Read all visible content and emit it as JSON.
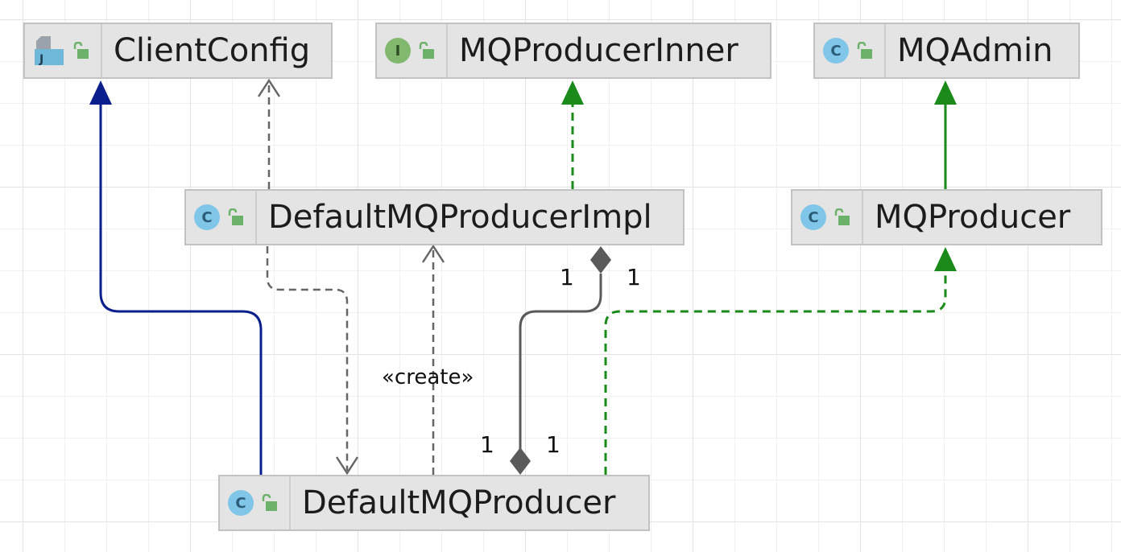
{
  "nodes": {
    "client_config": {
      "name": "ClientConfig",
      "kind": "java-file-icon"
    },
    "mq_producer_inner": {
      "name": "MQProducerInner",
      "kind": "interface-icon",
      "badge": "I"
    },
    "mq_admin": {
      "name": "MQAdmin",
      "kind": "class-icon",
      "badge": "C"
    },
    "default_mq_producer_impl": {
      "name": "DefaultMQProducerImpl",
      "kind": "class-icon",
      "badge": "C"
    },
    "mq_producer": {
      "name": "MQProducer",
      "kind": "class-icon",
      "badge": "C"
    },
    "default_mq_producer": {
      "name": "DefaultMQProducer",
      "kind": "class-icon",
      "badge": "C"
    }
  },
  "file_icon_letter": "J",
  "labels": {
    "create": "«create»",
    "mult_top_left": "1",
    "mult_top_right": "1",
    "mult_bottom_left": "1",
    "mult_bottom_right": "1"
  },
  "colors": {
    "extends": "#0a1e8c",
    "implements": "#1a8a1a",
    "dependency": "#666666",
    "composition": "#5a5a5a",
    "class_badge": "#80c6e8",
    "interface_badge": "#82b86e",
    "lock": "#6db26a"
  }
}
